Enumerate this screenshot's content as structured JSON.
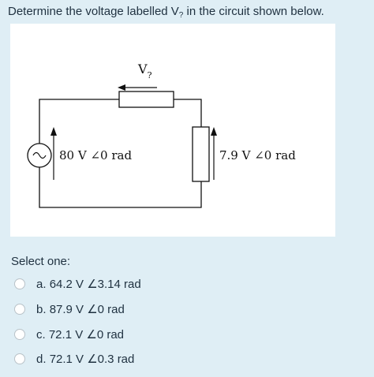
{
  "question": {
    "prompt_prefix": "Determine the voltage labelled V",
    "prompt_subscript": "?",
    "prompt_suffix": " in the circuit shown below."
  },
  "circuit": {
    "label_v_main": "V",
    "label_v_sub": "?",
    "source_label": "80 V ∠0 rad",
    "right_element_label": "7.9 V ∠0 rad",
    "source_symbol": "~"
  },
  "select_label": "Select one:",
  "options": [
    {
      "letter": "a.",
      "text": "64.2 V ∠3.14 rad",
      "selected": false
    },
    {
      "letter": "b.",
      "text": "87.9 V ∠0 rad",
      "selected": false
    },
    {
      "letter": "c.",
      "text": "72.1 V ∠0 rad",
      "selected": false
    },
    {
      "letter": "d.",
      "text": "72.1 V ∠0.3 rad",
      "selected": false
    }
  ]
}
